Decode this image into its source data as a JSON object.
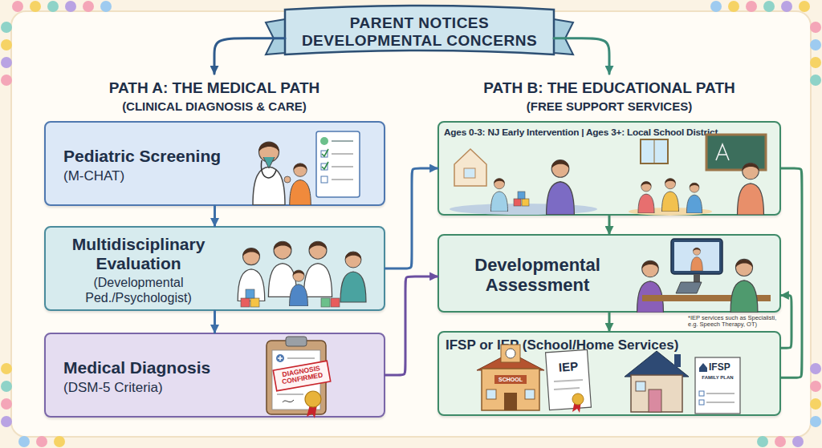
{
  "diagram": {
    "nodes": [
      {
        "text": [
          "PARENT NOTICES DEVELOPMENTAL CONCERNS"
        ]
      },
      {
        "text": [
          "PATH A: THE MEDICAL PATH",
          "(CLINICAL DIAGNOSIS & CARE)"
        ]
      },
      {
        "text": [
          "Pediatric Screening",
          "(M-CHAT)"
        ],
        "in": 1
      },
      {
        "text": [
          "Multidisciplinary Evaluation",
          "(Developmental Ped./Psychologist)"
        ],
        "in": 1
      },
      {
        "text": [
          "Medical Diagnosis",
          "(DSM-5 Criteria)"
        ],
        "in": 1
      },
      {
        "text": [
          "PATH B: THE EDUCATIONAL PATH",
          "(FREE SUPPORT SERVICES)"
        ]
      },
      {
        "text": [
          "Ages 0-3: NJ Early Intervention | Ages 3+: Local School District"
        ],
        "in": 5
      },
      {
        "text": [
          "Developmental Assessment"
        ],
        "in": 5
      },
      {
        "text": [
          "IFSP or IEP (School/Home Services)"
        ],
        "in": 5
      }
    ],
    "edges": [
      {
        "from": 0,
        "to": 1,
        "arrow": "to"
      },
      {
        "from": 0,
        "to": 5,
        "arrow": "to"
      },
      {
        "from": 2,
        "to": 3,
        "arrow": "to"
      },
      {
        "from": 3,
        "to": 4,
        "arrow": "to"
      },
      {
        "from": 3,
        "to": 6,
        "arrow": "to"
      },
      {
        "from": 4,
        "to": 7,
        "arrow": "to"
      },
      {
        "from": 6,
        "to": 7,
        "arrow": "to"
      },
      {
        "from": 7,
        "to": 8,
        "arrow": "to"
      },
      {
        "from": 6,
        "to": 8,
        "arrow": "none"
      },
      {
        "from": 8,
        "to": 7,
        "arrow": "to"
      }
    ],
    "labels": [
      "DIAGNOSIS CONFIRMED",
      "*IEP services such as Specialisti, e.g. Speech Therapy, OT)",
      "SCHOOL",
      "IEP",
      "IFSP",
      "FAMILY PLAN"
    ]
  }
}
